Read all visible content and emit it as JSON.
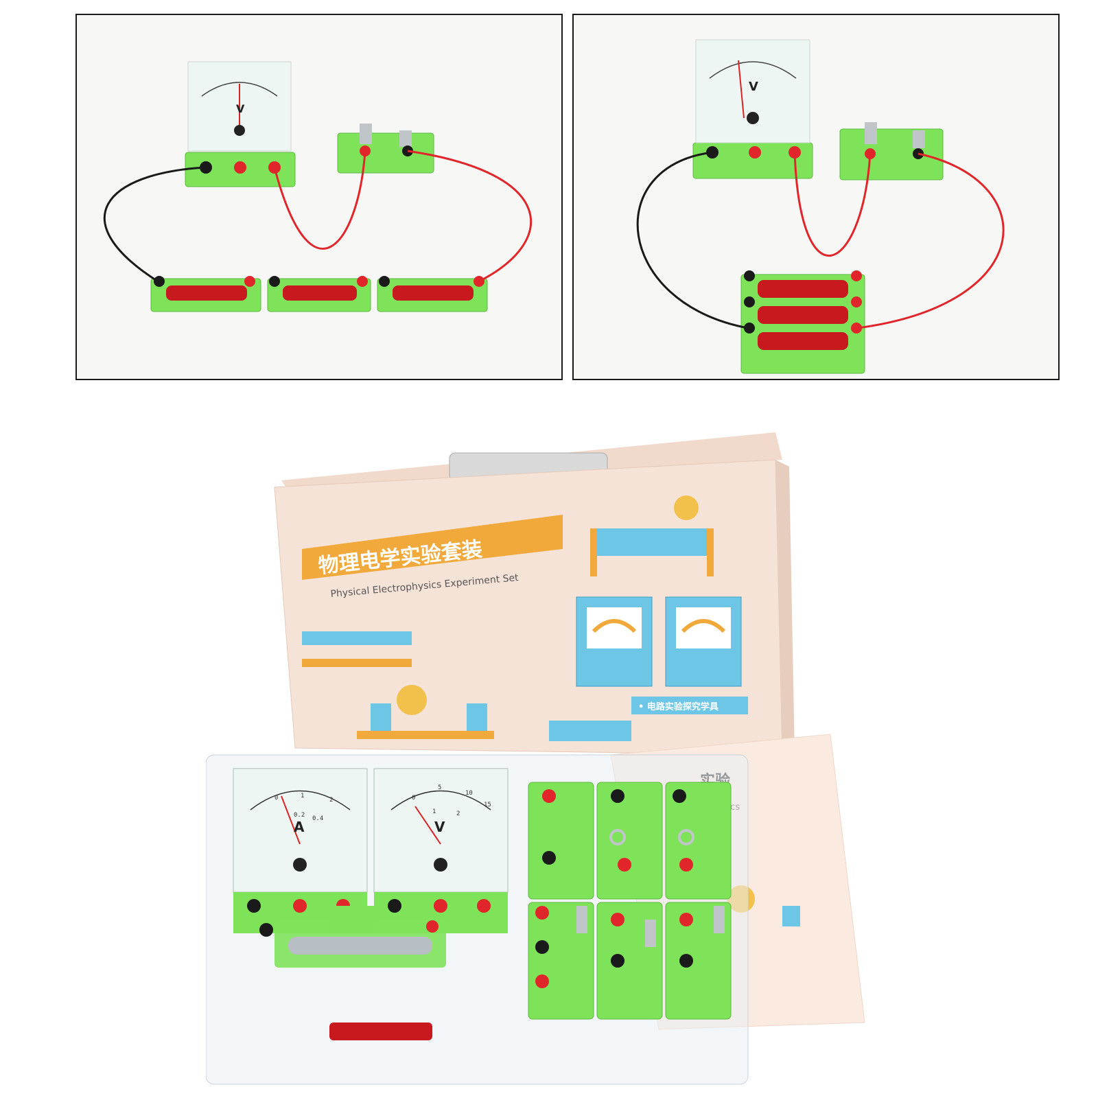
{
  "meter_labels": {
    "voltmeter": "V",
    "ammeter": "A"
  },
  "ammeter_scale": [
    "0",
    "0.2",
    "0.4",
    "1",
    "2"
  ],
  "voltmeter_scale": [
    "0",
    "5",
    "10",
    "15",
    "1",
    "2"
  ],
  "box": {
    "title_cn": "物理电学实验套装",
    "title_en": "Physical Electrophysics Experiment Set",
    "tag_cn": "• 电路实验探究学具"
  },
  "manual": {
    "title_fragment": "实验",
    "subtitle_fragment": "amics"
  },
  "colors": {
    "kit_green": "#7fe35a",
    "wire_red": "#e0262a",
    "wire_black": "#1a1a1a",
    "box_pink": "#f6e3d8",
    "box_orange": "#f2a93b",
    "box_blue": "#6ec6e6"
  }
}
